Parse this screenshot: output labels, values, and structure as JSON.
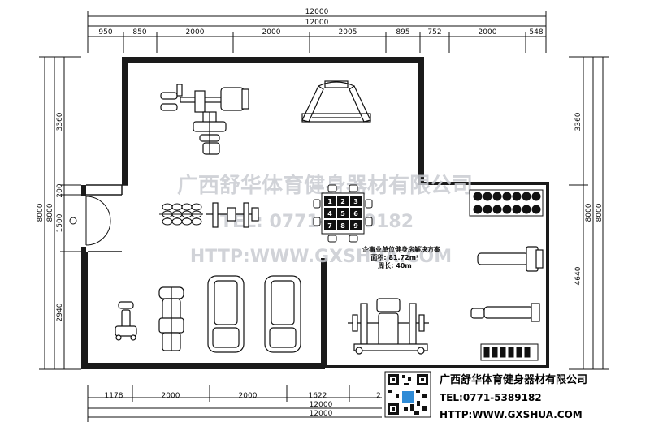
{
  "top_dims": {
    "total_outer": "12000",
    "total_inner": "12000",
    "segments": [
      "950",
      "850",
      "2000",
      "2000",
      "2005",
      "895",
      "752",
      "2000",
      "548"
    ]
  },
  "bottom_dims": {
    "segments": [
      "1178",
      "2000",
      "2000",
      "1622",
      "2"
    ],
    "total_inner": "12000",
    "total_outer": "12000"
  },
  "left_dims": {
    "outer": "8000",
    "inner": "8000",
    "segments": [
      "3360",
      "200",
      "1500",
      "2940"
    ]
  },
  "right_dims": {
    "outer": "8000",
    "inner": "8000",
    "segments": [
      "3360",
      "4640"
    ]
  },
  "plan": {
    "label_title": "企事业单位健身房解决方案",
    "label_area": "面积: 81.72m²",
    "label_perimeter": "周长: 40m",
    "grid_numbers": [
      "1",
      "2",
      "3",
      "4",
      "5",
      "6",
      "7",
      "8",
      "9"
    ]
  },
  "watermark": {
    "company": "广西舒华体育健身器材有限公司",
    "tel": "TEL: 0771-5389182",
    "url": "HTTP:WWW.GXSHUA.COM"
  },
  "footer": {
    "company": "广西舒华体育健身器材有限公司",
    "tel": "TEL:0771-5389182",
    "url": "HTTP:WWW.GXSHUA.COM"
  }
}
